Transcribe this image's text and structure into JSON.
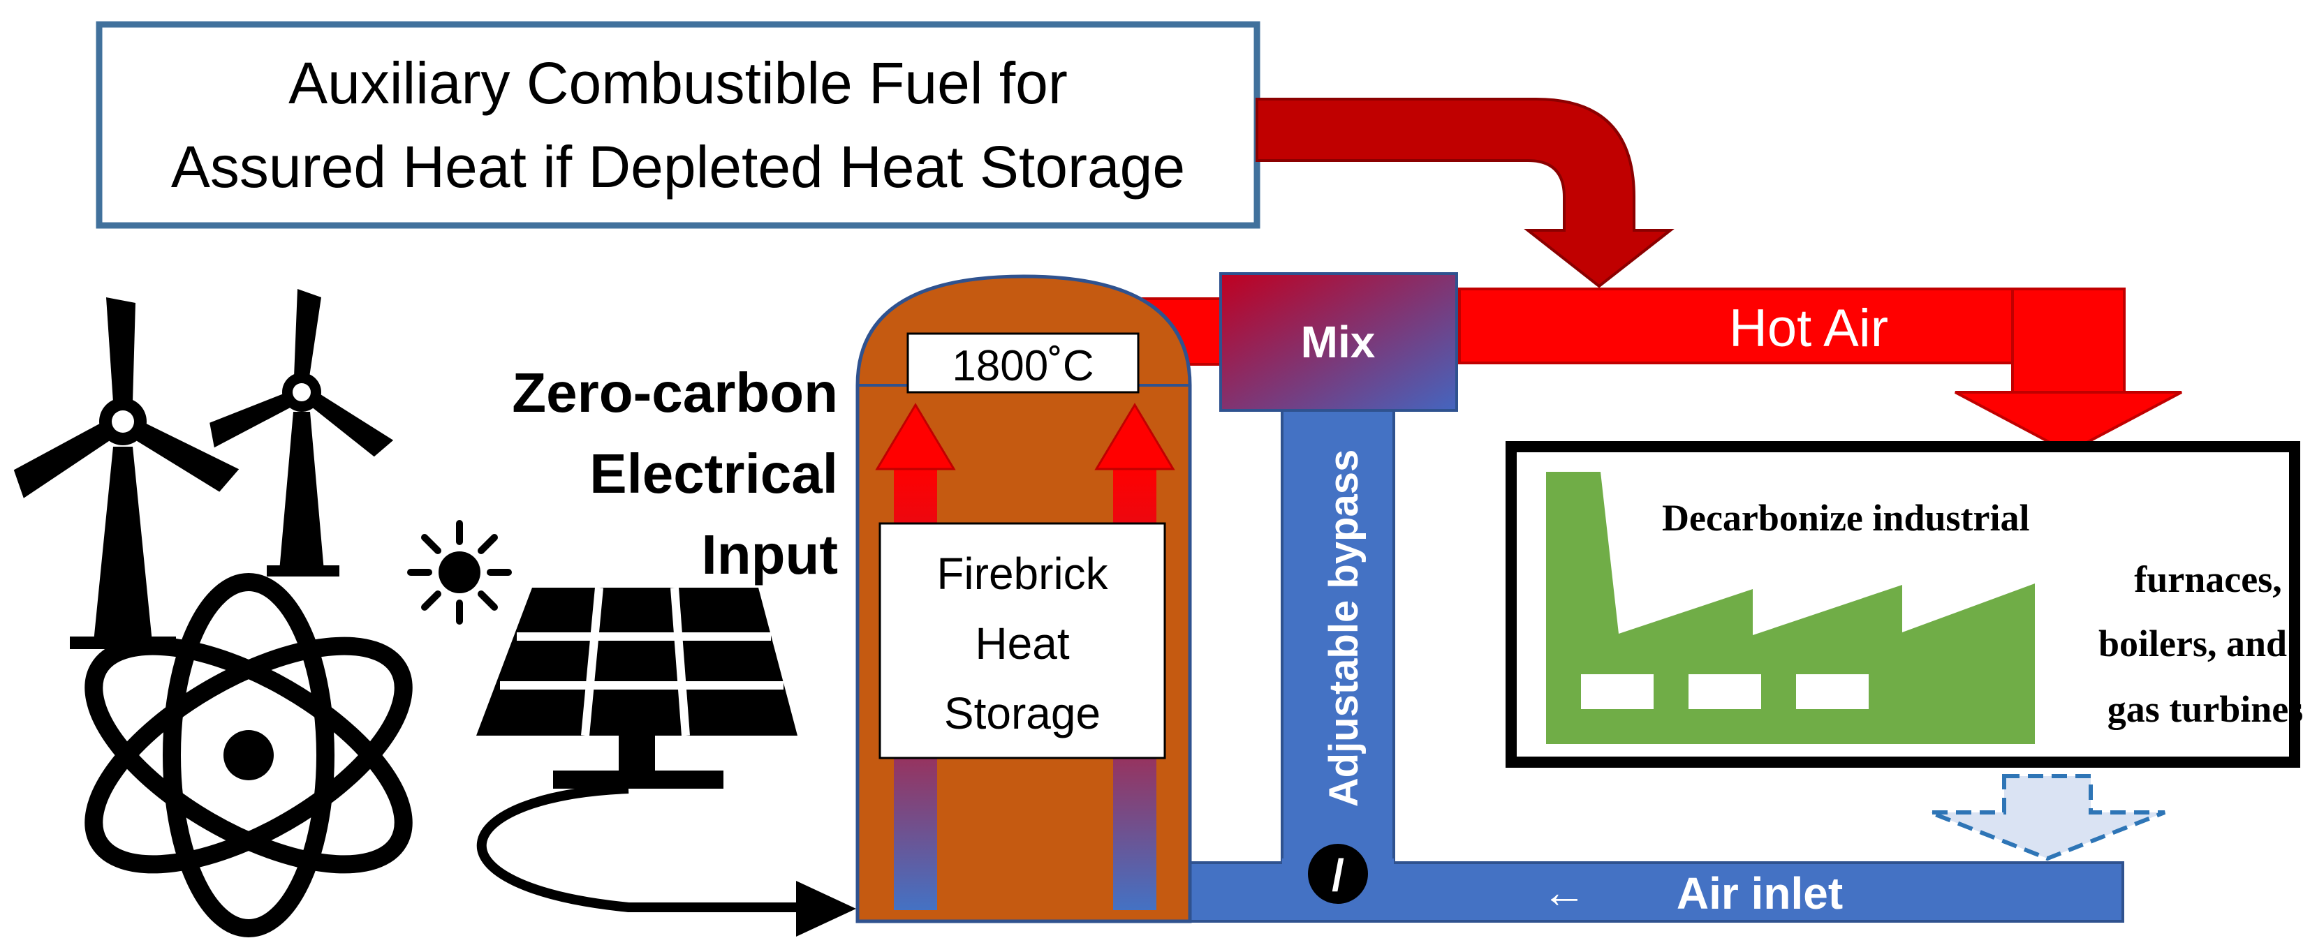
{
  "fuel_box": {
    "line1": "Auxiliary Combustible Fuel for",
    "line2": "Assured Heat if Depleted Heat Storage"
  },
  "electrical_input": {
    "line1": "Zero-carbon",
    "line2": "Electrical",
    "line3": "Input"
  },
  "storage": {
    "temperature": "1800˚C",
    "label_line1": "Firebrick",
    "label_line2": "Heat",
    "label_line3": "Storage"
  },
  "mix_label": "Mix",
  "hot_air_label": "Hot Air",
  "bypass_label": "Adjustable bypass",
  "valve_label": "/",
  "air_inlet_label": "Air inlet",
  "air_inlet_arrow": "←",
  "application": {
    "line1": "Decarbonize industrial",
    "line2": "furnaces,",
    "line3": "boilers, and",
    "line4": "gas turbines"
  },
  "colors": {
    "duct_red": "#ff0000",
    "fuel_arrow_red": "#c00000",
    "duct_blue": "#4472c4",
    "firebrick_orange": "#c55a11",
    "box_border_blue": "#41719c",
    "factory_green": "#70ad47",
    "exhaust_light_blue": "#dae3f3"
  },
  "icons": [
    "wind-turbine-icon",
    "sun-icon",
    "solar-panel-icon",
    "atom-icon",
    "factory-icon",
    "valve-icon"
  ]
}
